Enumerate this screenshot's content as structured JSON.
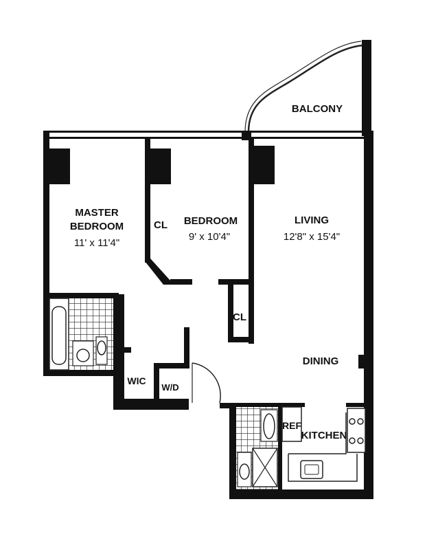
{
  "plan": {
    "title": "",
    "rooms": {
      "balcony": "BALCONY",
      "master_bedroom": {
        "line1": "MASTER",
        "line2": "BEDROOM",
        "size": "11' x 11'4\""
      },
      "bedroom": {
        "name": "BEDROOM",
        "size": "9' x 10'4\""
      },
      "living": {
        "name": "LIVING",
        "size": "12'8\" x 15'4\""
      },
      "dining": "DINING",
      "kitchen": "KITCHEN"
    },
    "closets": {
      "bedroom_closet": "CL",
      "hall_closet": "CL",
      "walk_in_closet": "WIC",
      "washer_dryer": "W/D",
      "refrigerator": "REF"
    },
    "colors": {
      "wall": "#111111",
      "fixture": "#222222",
      "background": "#ffffff"
    }
  }
}
